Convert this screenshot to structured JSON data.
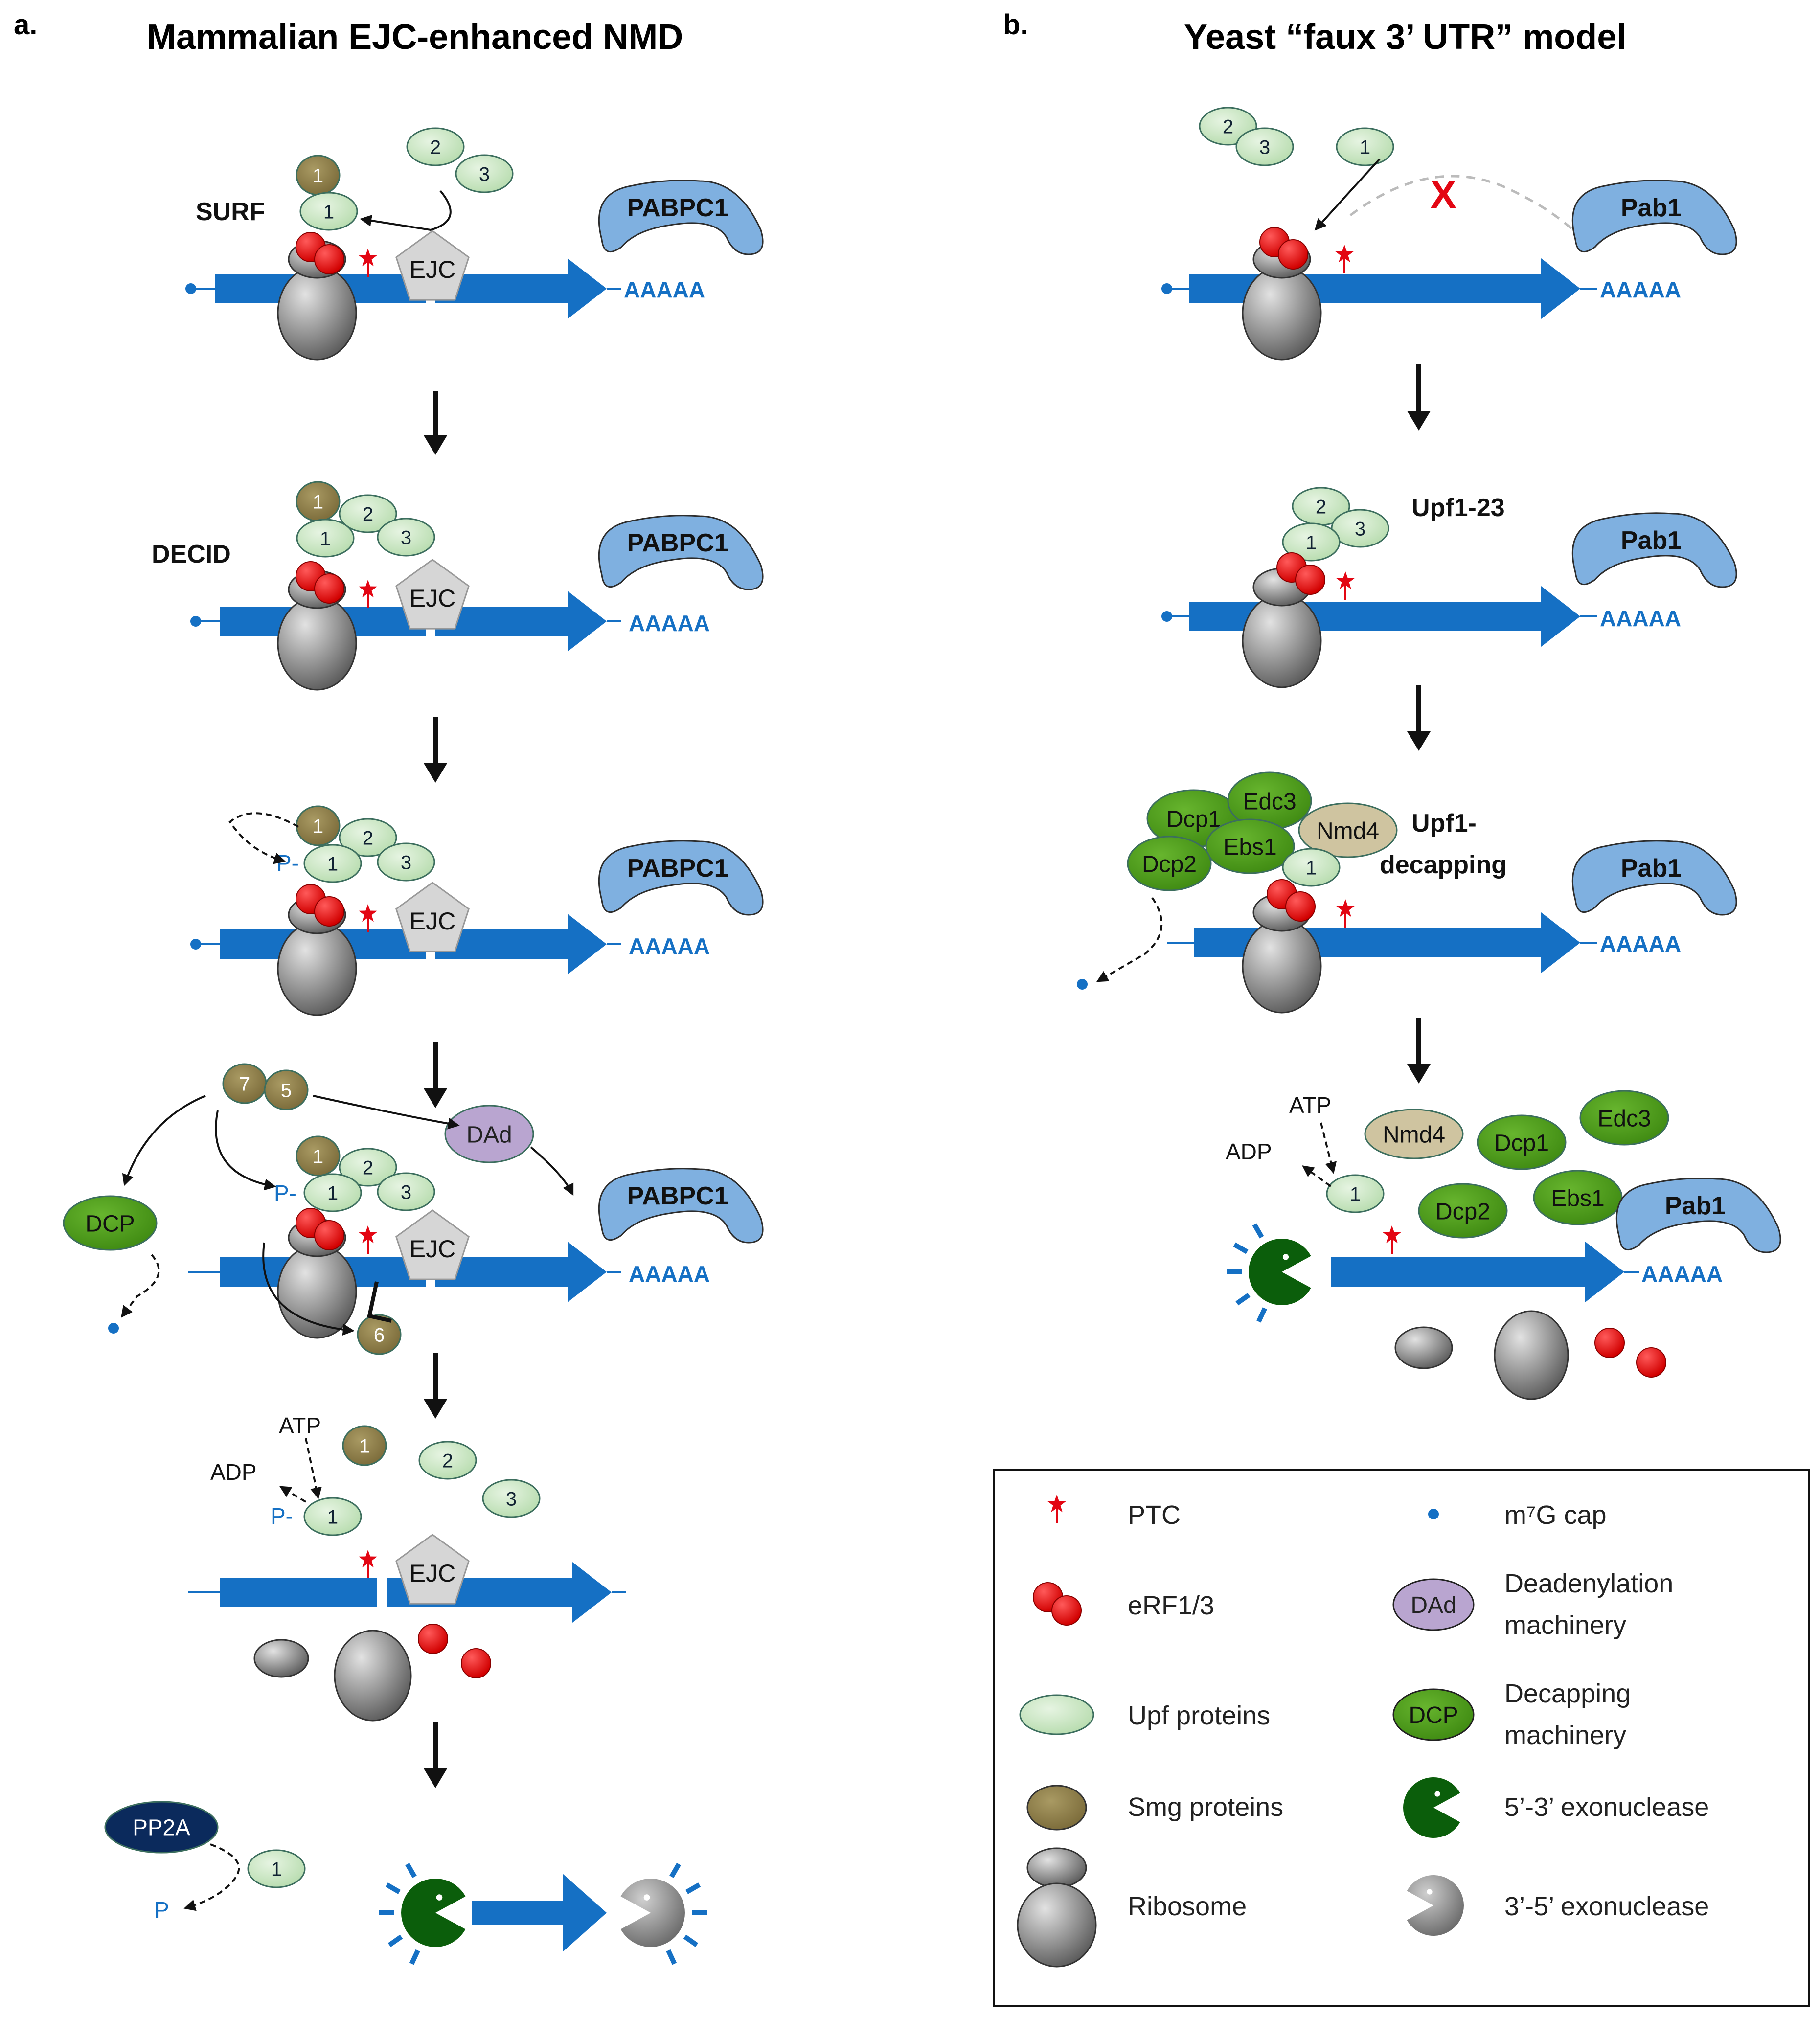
{
  "panel_a": {
    "letter": "a.",
    "title": "Mammalian EJC-enhanced NMD",
    "steps": {
      "surf": "SURF",
      "decid": "DECID"
    },
    "labels": {
      "ejc": "EJC",
      "pabpc1": "PABPC1",
      "polya": "AAAAA",
      "atp": "ATP",
      "adp": "ADP",
      "phos": "P-",
      "p": "P",
      "dad": "DAd",
      "dcp": "DCP",
      "pp2a": "PP2A"
    },
    "numbers": {
      "one": "1",
      "two": "2",
      "three": "3",
      "five": "5",
      "six": "6",
      "seven": "7"
    }
  },
  "panel_b": {
    "letter": "b.",
    "title": "Yeast “faux 3’ UTR” model",
    "labels": {
      "pab1": "Pab1",
      "polya": "AAAAA",
      "upf123": "Upf1-23",
      "upf1_decap_1": "Upf1-",
      "upf1_decap_2": "decapping",
      "atp": "ATP",
      "adp": "ADP",
      "nmd4": "Nmd4",
      "dcp1": "Dcp1",
      "dcp2": "Dcp2",
      "edc3": "Edc3",
      "ebs1": "Ebs1",
      "x_mark": "X"
    }
  },
  "legend": {
    "items": [
      {
        "label": "PTC"
      },
      {
        "label": "m⁷G cap"
      },
      {
        "label": "eRF1/3"
      },
      {
        "label": "Deadenylation",
        "label2": "machinery",
        "symbol_text": "DAd"
      },
      {
        "label": "Upf proteins"
      },
      {
        "label": "Decapping",
        "label2": "machinery",
        "symbol_text": "DCP"
      },
      {
        "label": "Smg proteins"
      },
      {
        "label": "5’-3’ exonuclease"
      },
      {
        "label": "Ribosome"
      },
      {
        "label": "3’-5’ exonuclease"
      }
    ]
  },
  "colors": {
    "mrna_blue": "#1570c4",
    "pabp_blue": "#7fb0e0",
    "upf_green": "#c8e6c0",
    "smg_brown": "#8b7a46",
    "erf_red": "#e30613",
    "dcp_green": "#4a9a1a",
    "exo_dark_green": "#0b5e0b",
    "dad_purple": "#b9a5d0",
    "nmd4_tan": "#cfc4a0",
    "pp2a_navy": "#0b2a5c",
    "ejc_gray": "#d6d6d6"
  }
}
